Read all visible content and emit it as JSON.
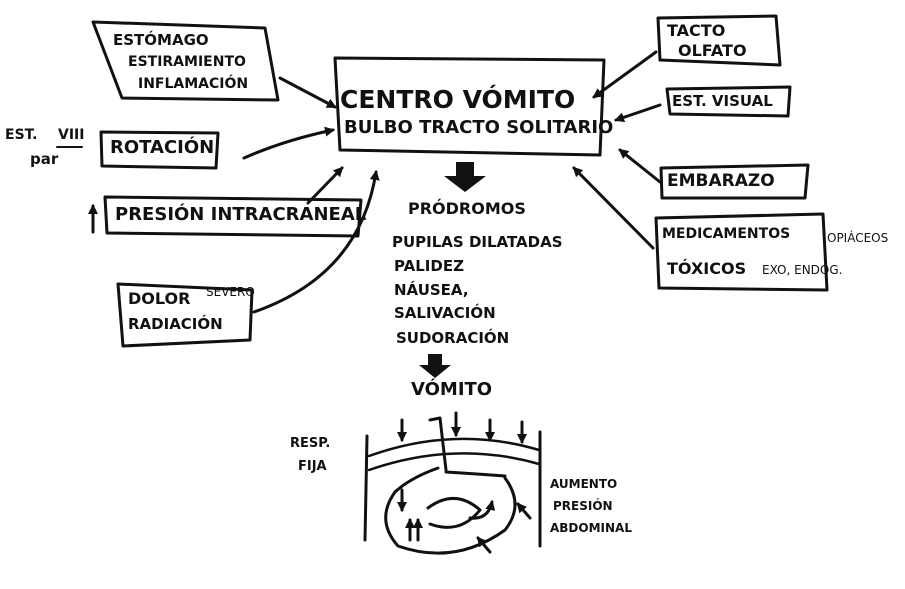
{
  "colors": {
    "ink": "#111111",
    "paper": "#ffffff"
  },
  "center": {
    "line1": "Centro Vómito",
    "line2": "Bulbo Tracto Solitario"
  },
  "inputs": {
    "estomago": {
      "line1": "Estómago",
      "line2": "Estiramiento",
      "line3": "Inflamación"
    },
    "est_viii": {
      "line1": "Est.",
      "roman": "VIII",
      "line2": "par"
    },
    "rotacion": "Rotación",
    "presion_intracraneal": "Presión Intracraneal",
    "dolor": {
      "line1": "Dolor",
      "severo": "severo",
      "line2": "Radiación"
    },
    "tacto_olfato": {
      "line1": "Tacto",
      "line2": "Olfato"
    },
    "est_visual": "Est. Visual",
    "embarazo": "Embarazo",
    "medicamentos": {
      "line1": "Medicamentos",
      "opiaceos": "opiáceos",
      "line2": "Tóxicos",
      "exo_endog": "Exo, Endog."
    }
  },
  "prodromos": {
    "title": "Pródromos",
    "items": [
      "Pupilas dilatadas",
      "Palidez",
      "Náusea,",
      "Salivación",
      "Sudoración"
    ]
  },
  "vomito": "Vómito",
  "stomach": {
    "resp_line1": "Resp.",
    "resp_line2": "Fija",
    "aumento_line1": "Aumento",
    "aumento_line2": "Presión",
    "aumento_line3": "Abdominal"
  }
}
